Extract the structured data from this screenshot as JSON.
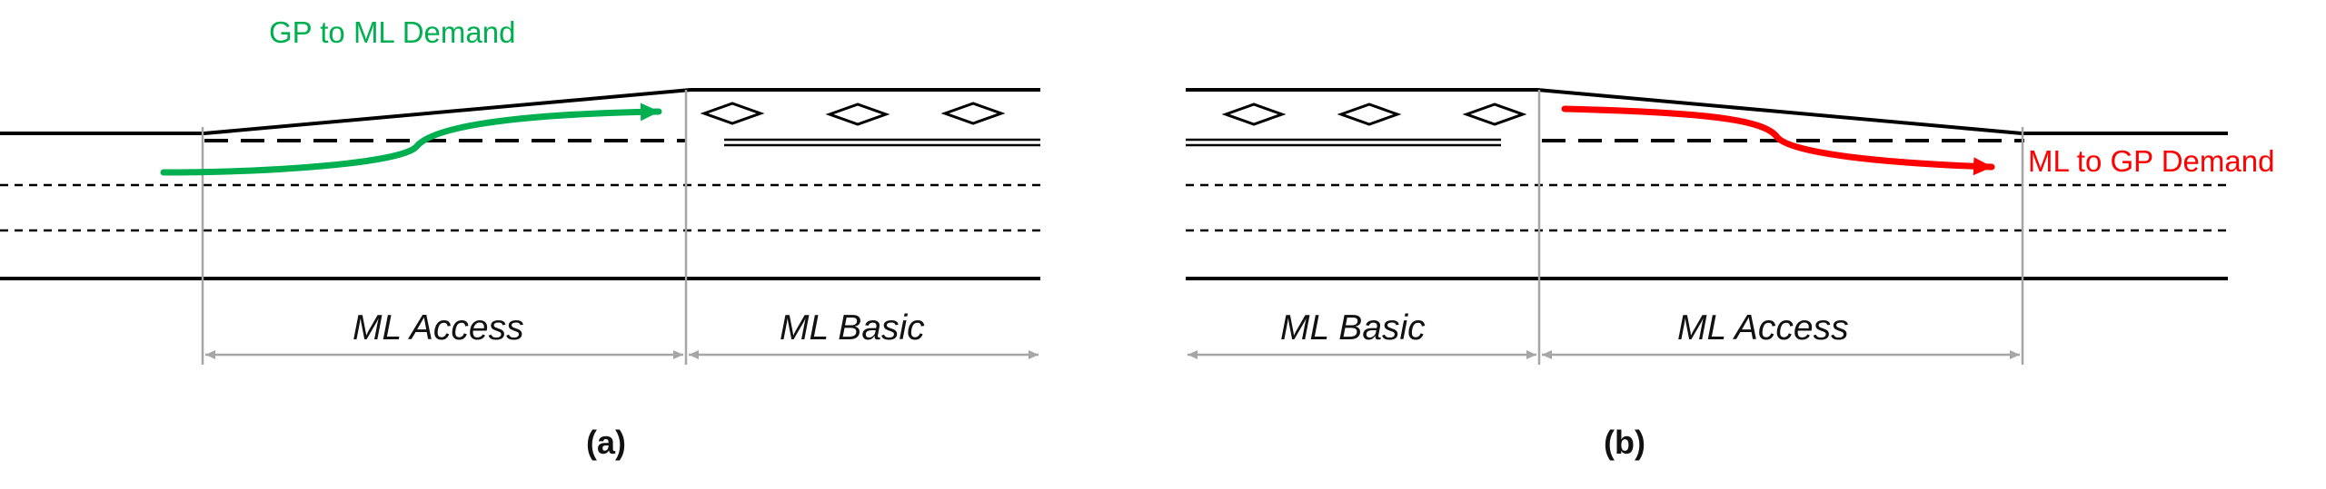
{
  "colors": {
    "road": "#000000",
    "dimension": "#a6a6a6",
    "gp_to_ml": "#00b050",
    "ml_to_gp": "#ff0000"
  },
  "panel_a": {
    "label": "(a)",
    "demand_label": "GP to ML Demand",
    "segment_left": "ML Access",
    "segment_right": "ML Basic",
    "icon": "diamond-lane-marker"
  },
  "panel_b": {
    "label": "(b)",
    "demand_label": "ML to GP Demand",
    "segment_left": "ML Basic",
    "segment_right": "ML Access",
    "icon": "diamond-lane-marker"
  }
}
